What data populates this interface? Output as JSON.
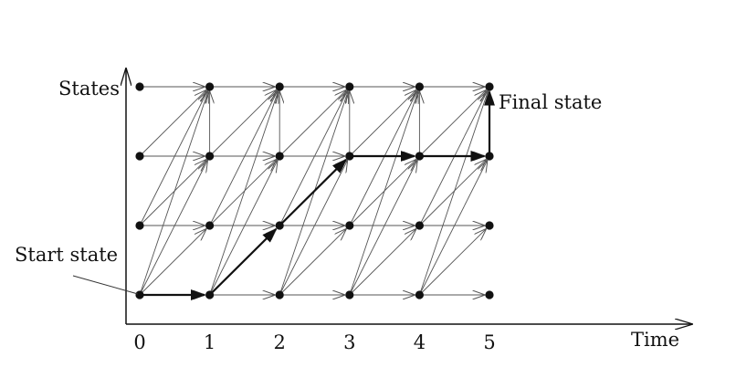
{
  "axes": {
    "y_label": "States",
    "x_label": "Time",
    "x_ticks": [
      "0",
      "1",
      "2",
      "3",
      "4",
      "5"
    ]
  },
  "annotations": {
    "start": "Start state",
    "final": "Final state"
  },
  "trellis": {
    "time_steps": 6,
    "state_levels": 4,
    "path": [
      {
        "t": 0,
        "s": 0
      },
      {
        "t": 1,
        "s": 0
      },
      {
        "t": 2,
        "s": 1
      },
      {
        "t": 3,
        "s": 2
      },
      {
        "t": 4,
        "s": 2
      },
      {
        "t": 5,
        "s": 2
      },
      {
        "t": 5,
        "s": 3
      }
    ]
  },
  "colors": {
    "ink": "#111111",
    "thin_edge": "#555555"
  }
}
